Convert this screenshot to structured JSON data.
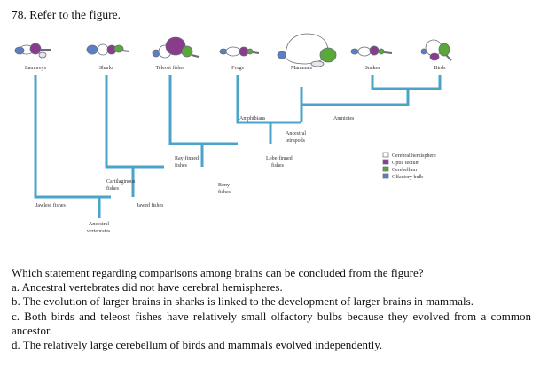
{
  "question": {
    "title": "78. Refer to the figure.",
    "stem": "Which statement regarding comparisons among brains can be concluded from the figure?",
    "options": [
      "a. Ancestral vertebrates did not have cerebral hemispheres.",
      "b. The evolution of larger brains in sharks is linked to the development of larger brains in mammals.",
      "c. Both birds and teleost fishes have relatively small olfactory bulbs because they evolved from a common ancestor.",
      "d. The relatively large cerebellum of birds and mammals evolved independently."
    ]
  },
  "figure": {
    "taxa": [
      "Lampreys",
      "Sharks",
      "Teleost fishes",
      "Frogs",
      "Mammals",
      "Snakes",
      "Birds"
    ],
    "nodes": {
      "amphibians": "Amphibians",
      "ancestral_tetrapods_1": "Ancestral",
      "ancestral_tetrapods_2": "tetrapods",
      "amniotes": "Amniotes",
      "ray_finned_1": "Ray-finned",
      "ray_finned_2": "fishes",
      "lobe_finned_1": "Lobe-finned",
      "lobe_finned_2": "fishes",
      "cartilaginous_1": "Cartilaginous",
      "cartilaginous_2": "fishes",
      "bony_1": "Bony",
      "bony_2": "fishes",
      "jawless": "Jawless fishes",
      "jawed": "Jawed fishes",
      "ancestral_vertebrates_1": "Ancestral",
      "ancestral_vertebrates_2": "vertebrates"
    },
    "legend": [
      {
        "label": "Cerebral hemisphere",
        "color": "#ffffff"
      },
      {
        "label": "Optic tectum",
        "color": "#8a3c8c"
      },
      {
        "label": "Cerebellum",
        "color": "#5aa83a"
      },
      {
        "label": "Olfactory bulb",
        "color": "#5b7fc4"
      }
    ],
    "colors": {
      "tree": "#4aa3c9",
      "brain_body": "#e6e6ee",
      "brain_outline": "#6a6a7a"
    }
  }
}
